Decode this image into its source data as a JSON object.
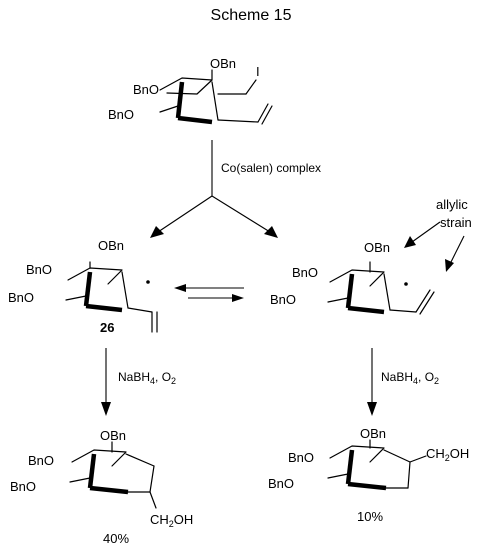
{
  "title": "Scheme 15",
  "top_molecule": {
    "obn_top": "OBn",
    "bno_upper": "BnO",
    "bno_lower": "BnO",
    "iodo": "I"
  },
  "step1": {
    "reagent": "Co(salen) complex"
  },
  "left_radical": {
    "obn_top": "OBn",
    "bno_upper": "BnO",
    "bno_lower": "BnO",
    "compound_number": "26"
  },
  "right_radical": {
    "obn_top": "OBn",
    "bno_upper": "BnO",
    "bno_lower": "BnO"
  },
  "annotation": {
    "line1": "allylic",
    "line2": "strain"
  },
  "left_step": {
    "reagent_prefix": "NaBH",
    "sub4": "4",
    "reagent_suffix": ", O",
    "sub2": "2"
  },
  "right_step": {
    "reagent_prefix": "NaBH",
    "sub4": "4",
    "reagent_suffix": ", O",
    "sub2": "2"
  },
  "left_product": {
    "obn_top": "OBn",
    "bno_upper": "BnO",
    "bno_lower": "BnO",
    "ch2oh_prefix": "CH",
    "ch2oh_sub": "2",
    "ch2oh_suffix": "OH",
    "yield": "40%"
  },
  "right_product": {
    "obn_top": "OBn",
    "bno_upper": "BnO",
    "bno_lower": "BnO",
    "ch2oh_prefix": "CH",
    "ch2oh_sub": "2",
    "ch2oh_suffix": "OH",
    "yield": "10%"
  }
}
